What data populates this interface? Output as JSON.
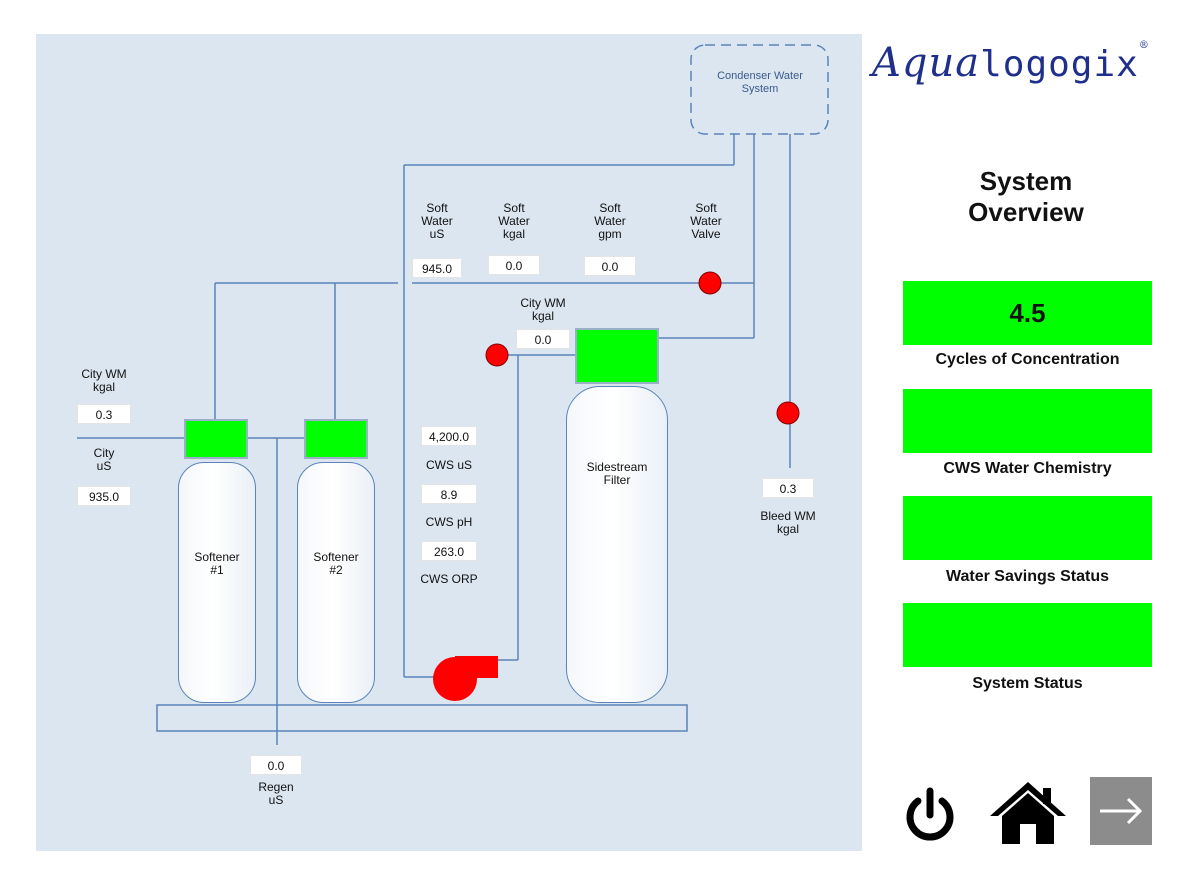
{
  "brand": {
    "logo_main": "Aqua",
    "logo_tail": "logogix",
    "logo_reg": "®"
  },
  "diagram": {
    "condenser_label": "Condenser Water\nSystem",
    "soft_water_us": {
      "label": "Soft\nWater\nuS",
      "value": "945.0"
    },
    "soft_water_kgal": {
      "label": "Soft\nWater\nkgal",
      "value": "0.0"
    },
    "soft_water_gpm": {
      "label": "Soft\nWater\ngpm",
      "value": "0.0"
    },
    "soft_water_valve": {
      "label": "Soft\nWater\nValve"
    },
    "city_wm_kgal_side": {
      "label": "City WM\nkgal",
      "value": "0.0"
    },
    "city_wm_kgal_left": {
      "label": "City WM\nkgal",
      "value": "0.3"
    },
    "city_us": {
      "label": "City\nuS",
      "value": "935.0"
    },
    "cws_us": {
      "label": "CWS uS",
      "value": "4,200.0"
    },
    "cws_ph": {
      "label": "CWS pH",
      "value": "8.9"
    },
    "cws_orp": {
      "label": "CWS ORP",
      "value": "263.0"
    },
    "bleed_wm": {
      "label": "Bleed WM\nkgal",
      "value": "0.3"
    },
    "regen_us": {
      "label": "Regen\nuS",
      "value": "0.0"
    },
    "softener1": "Softener\n#1",
    "softener2": "Softener\n#2",
    "sidestream": "Sidestream\nFilter"
  },
  "overview": {
    "title": "System\nOverview",
    "cycles": {
      "value": "4.5",
      "label": "Cycles of Concentration"
    },
    "chemistry": {
      "label": "CWS Water Chemistry"
    },
    "savings": {
      "label": "Water Savings Status"
    },
    "status": {
      "label": "System Status"
    }
  },
  "colors": {
    "ok": "#00ff00",
    "alarm": "#ff0000",
    "pipe": "#5b84b8",
    "bg": "#dce6f1"
  },
  "icons": [
    "power-icon",
    "home-icon",
    "arrow-right-icon"
  ]
}
